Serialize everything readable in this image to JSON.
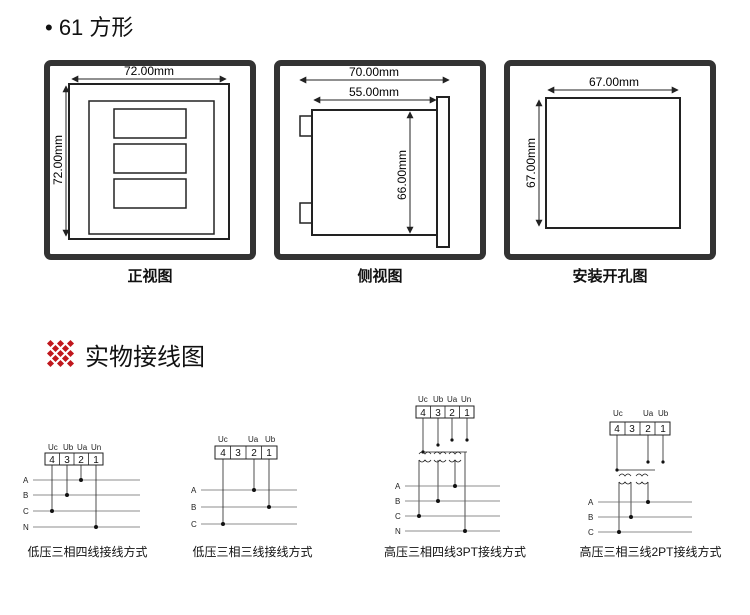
{
  "section1": {
    "title": "• 61 方形"
  },
  "views": {
    "front": {
      "caption": "正视图",
      "width": "72.00mm",
      "height": "72.00mm"
    },
    "side": {
      "caption": "侧视图",
      "depth": "70.00mm",
      "body_depth": "55.00mm",
      "height": "66.00mm"
    },
    "cutout": {
      "caption": "安装开孔图",
      "width": "67.00mm",
      "height": "67.00mm"
    }
  },
  "section2": {
    "title": "实物接线图"
  },
  "terminals": {
    "t4": "4",
    "t3": "3",
    "t2": "2",
    "t1": "1"
  },
  "labels": {
    "Uc": "Uc",
    "Ub": "Ub",
    "Ua": "Ua",
    "Un": "Un",
    "A": "A",
    "B": "B",
    "C": "C",
    "N": "N"
  },
  "wiring": [
    {
      "caption": "低压三相四线接线方式"
    },
    {
      "caption": "低压三相三线接线方式"
    },
    {
      "caption": "高压三相四线3PT接线方式"
    },
    {
      "caption": "高压三相三线2PT接线方式"
    }
  ],
  "colors": {
    "frame": "#333333",
    "accent": "#c0171d"
  }
}
